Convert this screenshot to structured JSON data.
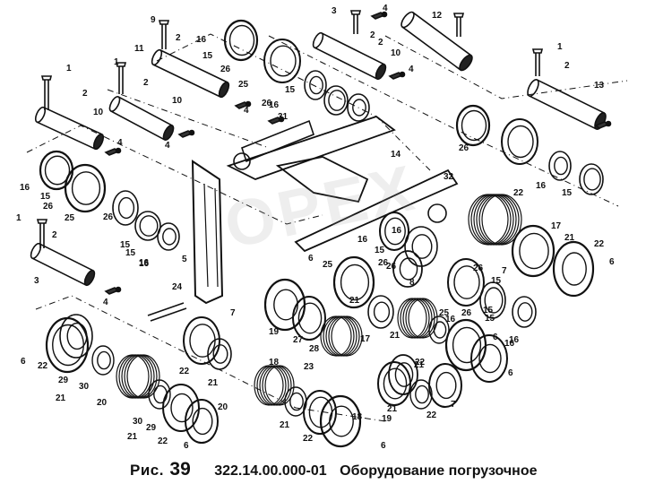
{
  "caption": {
    "prefix": "Рис.",
    "number": "39",
    "code": "322.14.00.000-01",
    "title": "Оборудование погрузочное"
  },
  "watermark": "OPEX",
  "part_labels": [
    {
      "t": "9"
    },
    {
      "t": "2"
    },
    {
      "t": "11"
    },
    {
      "t": "16"
    },
    {
      "t": "15"
    },
    {
      "t": "26"
    },
    {
      "t": "25"
    },
    {
      "t": "26"
    },
    {
      "t": "15"
    },
    {
      "t": "16"
    },
    {
      "t": "3"
    },
    {
      "t": "4"
    },
    {
      "t": "12"
    },
    {
      "t": "2"
    },
    {
      "t": "2"
    },
    {
      "t": "10"
    },
    {
      "t": "4"
    },
    {
      "t": "1"
    },
    {
      "t": "2"
    },
    {
      "t": "13"
    },
    {
      "t": "1"
    },
    {
      "t": "2"
    },
    {
      "t": "1"
    },
    {
      "t": "2"
    },
    {
      "t": "10"
    },
    {
      "t": "10"
    },
    {
      "t": "31"
    },
    {
      "t": "4"
    },
    {
      "t": "4"
    },
    {
      "t": "4"
    },
    {
      "t": "16"
    },
    {
      "t": "15"
    },
    {
      "t": "26"
    },
    {
      "t": "25"
    },
    {
      "t": "15"
    },
    {
      "t": "16"
    },
    {
      "t": "26"
    },
    {
      "t": "16"
    },
    {
      "t": "15"
    },
    {
      "t": "14"
    },
    {
      "t": "32"
    },
    {
      "t": "22"
    },
    {
      "t": "16"
    },
    {
      "t": "15"
    },
    {
      "t": "26"
    },
    {
      "t": "25"
    },
    {
      "t": "26"
    },
    {
      "t": "15"
    },
    {
      "t": "16"
    },
    {
      "t": "1"
    },
    {
      "t": "2"
    },
    {
      "t": "3"
    },
    {
      "t": "5"
    },
    {
      "t": "4"
    },
    {
      "t": "24"
    },
    {
      "t": "16"
    },
    {
      "t": "26"
    },
    {
      "t": "15"
    },
    {
      "t": "16"
    },
    {
      "t": "17"
    },
    {
      "t": "21"
    },
    {
      "t": "22"
    },
    {
      "t": "6"
    },
    {
      "t": "6"
    },
    {
      "t": "8"
    },
    {
      "t": "25"
    },
    {
      "t": "26"
    },
    {
      "t": "15"
    },
    {
      "t": "16"
    },
    {
      "t": "7"
    },
    {
      "t": "19"
    },
    {
      "t": "27"
    },
    {
      "t": "28"
    },
    {
      "t": "21"
    },
    {
      "t": "18"
    },
    {
      "t": "23"
    },
    {
      "t": "17"
    },
    {
      "t": "21"
    },
    {
      "t": "22"
    },
    {
      "t": "6"
    },
    {
      "t": "6"
    },
    {
      "t": "22"
    },
    {
      "t": "29"
    },
    {
      "t": "30"
    },
    {
      "t": "21"
    },
    {
      "t": "20"
    },
    {
      "t": "30"
    },
    {
      "t": "29"
    },
    {
      "t": "21"
    },
    {
      "t": "22"
    },
    {
      "t": "6"
    },
    {
      "t": "22"
    },
    {
      "t": "21"
    },
    {
      "t": "20"
    },
    {
      "t": "21"
    },
    {
      "t": "22"
    },
    {
      "t": "6"
    },
    {
      "t": "18"
    },
    {
      "t": "19"
    },
    {
      "t": "21"
    },
    {
      "t": "22"
    },
    {
      "t": "7"
    },
    {
      "t": "16"
    },
    {
      "t": "26"
    },
    {
      "t": "15"
    },
    {
      "t": "21"
    },
    {
      "t": "7"
    },
    {
      "t": "6"
    }
  ]
}
